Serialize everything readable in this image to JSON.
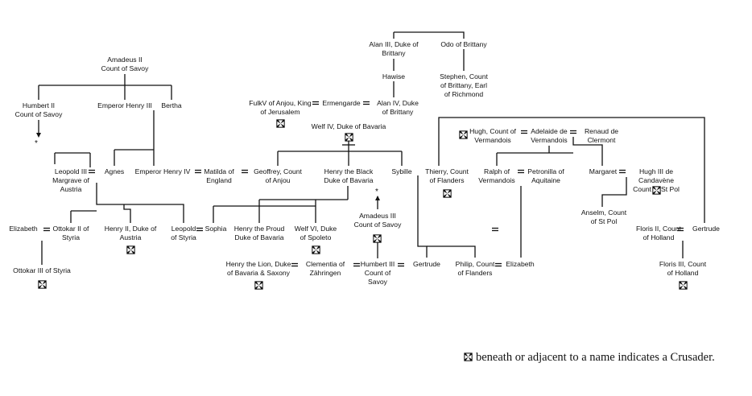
{
  "people": {
    "amadeus2": [
      "Amadeus II",
      "Count of Savoy"
    ],
    "humbert2": [
      "Humbert II",
      "Count of Savoy"
    ],
    "emp_henry3": [
      "Emperor Henry III"
    ],
    "bertha": [
      "Bertha"
    ],
    "leopold3": [
      "Leopold III",
      "Margrave of",
      "Austria"
    ],
    "agnes": [
      "Agnes"
    ],
    "emp_henry4": [
      "Emperor Henry IV"
    ],
    "matilda": [
      "Matilda of",
      "England"
    ],
    "fulk5": [
      "FulkV of Anjou, King",
      "of Jerusalem"
    ],
    "ermengarde": [
      "Ermengarde"
    ],
    "alan3": [
      "Alan III, Duke of",
      "Brittany"
    ],
    "odo": [
      "Odo of Brittany"
    ],
    "hawise": [
      "Hawise"
    ],
    "stephen": [
      "Stephen, Count",
      "of Brittany, Earl",
      "of Richmond"
    ],
    "alan4": [
      "Alan IV, Duke",
      "of Brittany"
    ],
    "welf4": [
      "Welf IV, Duke of Bavaria"
    ],
    "geoffrey": [
      "Geoffrey, Count",
      "of Anjou"
    ],
    "henry_black": [
      "Henry the Black",
      "Duke of Bavaria"
    ],
    "sybille": [
      "Sybille"
    ],
    "thierry": [
      "Thierry, Count",
      "of Flanders"
    ],
    "hugh_verm": [
      "Hugh, Count of",
      "Vermandois"
    ],
    "adelaide": [
      "Adelaide de",
      "Vermandois"
    ],
    "renaud": [
      "Renaud de",
      "Clermont"
    ],
    "ralph": [
      "Ralph of",
      "Vermandois"
    ],
    "petronilla": [
      "Petronilla of",
      "Aquitaine"
    ],
    "margaret": [
      "Margaret"
    ],
    "hugh3": [
      "Hugh III de",
      "Candavène",
      "Count of St Pol"
    ],
    "anselm": [
      "Anselm, Count",
      "of St Pol"
    ],
    "elizabeth1": [
      "Elizabeth"
    ],
    "ottokar2": [
      "Ottokar II of",
      "Styria"
    ],
    "henry2_austria": [
      "Henry II, Duke of",
      "Austria"
    ],
    "leopold_styria": [
      "Leopold",
      "of Styria"
    ],
    "sophia": [
      "Sophia"
    ],
    "henry_proud": [
      "Henry the Proud",
      "Duke of Bavaria"
    ],
    "welf6": [
      "Welf VI, Duke",
      "of Spoleto"
    ],
    "amadeus3": [
      "Amadeus III",
      "Count of Savoy"
    ],
    "floris2": [
      "Floris II, Count",
      "of Holland"
    ],
    "gertrude_h": [
      "Gertrude"
    ],
    "ottokar3": [
      "Ottokar III of Styria"
    ],
    "henry_lion": [
      "Henry the Lion, Duke",
      "of Bavaria & Saxony"
    ],
    "clementia": [
      "Clementia of",
      "Zähringen"
    ],
    "humbert3": [
      "Humbert III",
      "Count of",
      "Savoy"
    ],
    "gertrude_f": [
      "Gertrude"
    ],
    "philip": [
      "Philip, Count",
      "of Flanders"
    ],
    "elizabeth2": [
      "Elizabeth"
    ],
    "floris3": [
      "Floris III, Count",
      "of Holland"
    ]
  },
  "legend": {
    "text": "beneath or adjacent to a name indicates a Crusader.",
    "symbol": "cross-pattee-icon"
  },
  "colors": {
    "line": "#111111",
    "text": "#111111",
    "background": "#ffffff"
  }
}
